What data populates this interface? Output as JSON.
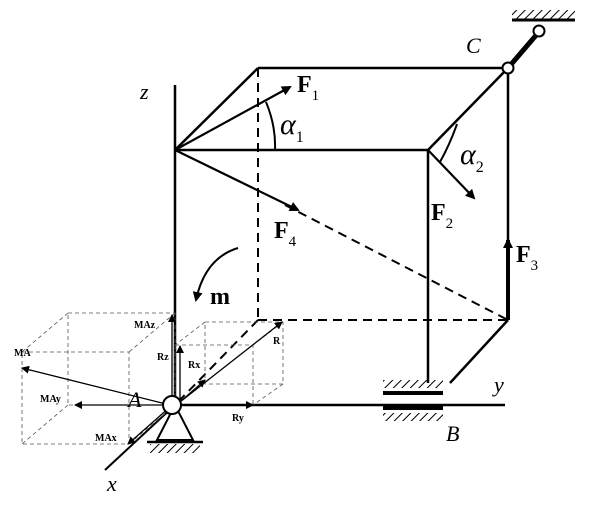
{
  "labels": {
    "axis_z": "z",
    "axis_y": "y",
    "axis_x": "x",
    "point_a": "A",
    "point_b": "B",
    "point_c": "C",
    "force_f1": "F",
    "force_f1_sub": "1",
    "force_f2": "F",
    "force_f2_sub": "2",
    "force_f3": "F",
    "force_f3_sub": "3",
    "force_f4": "F",
    "force_f4_sub": "4",
    "alpha1": "α",
    "alpha1_sub": "1",
    "alpha2": "α",
    "alpha2_sub": "2",
    "moment_m": "m",
    "ma": "MA",
    "ma_y": "MAy",
    "ma_x": "MAx",
    "ma_z": "MAz",
    "r": "R",
    "r_x": "Rx",
    "r_y": "Ry",
    "r_z": "Rz"
  },
  "colors": {
    "stroke": "#000000",
    "background": "#ffffff"
  }
}
